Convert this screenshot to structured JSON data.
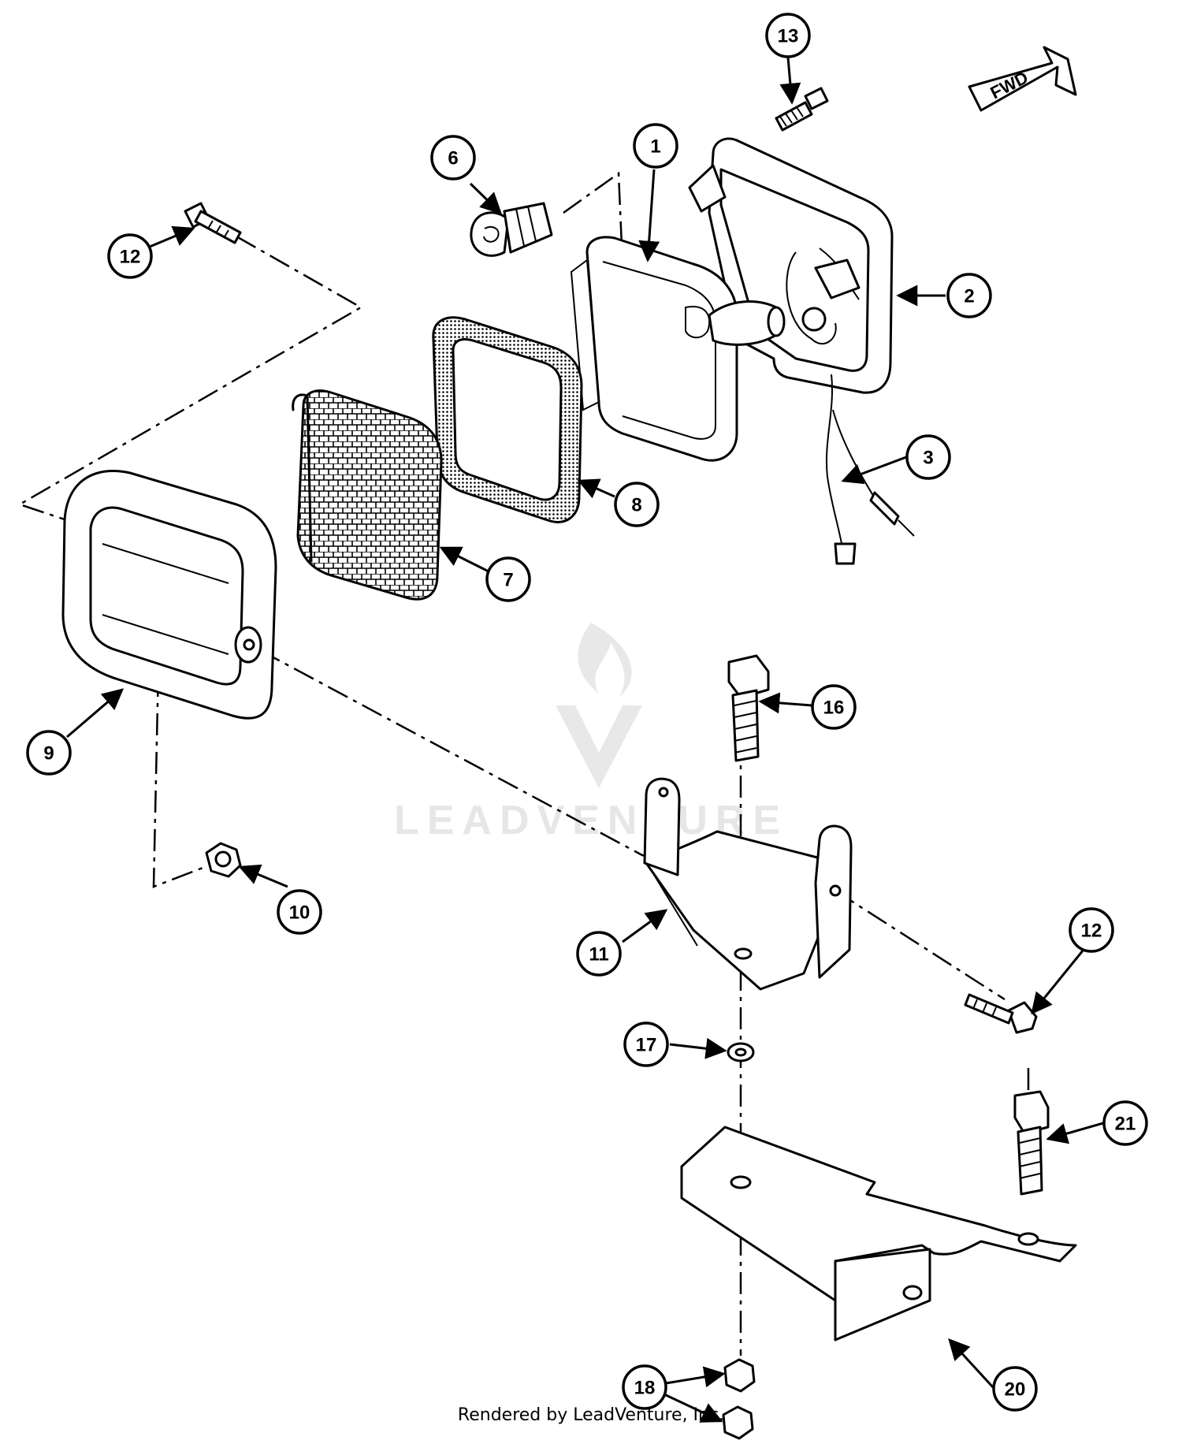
{
  "callouts": [
    "1",
    "2",
    "3",
    "6",
    "7",
    "8",
    "9",
    "10",
    "11",
    "12",
    "12",
    "13",
    "16",
    "17",
    "18",
    "20",
    "21"
  ],
  "fwd_label": "FWD",
  "watermark": "LEADVENTURE",
  "footer": "Rendered by LeadVenture, Inc."
}
